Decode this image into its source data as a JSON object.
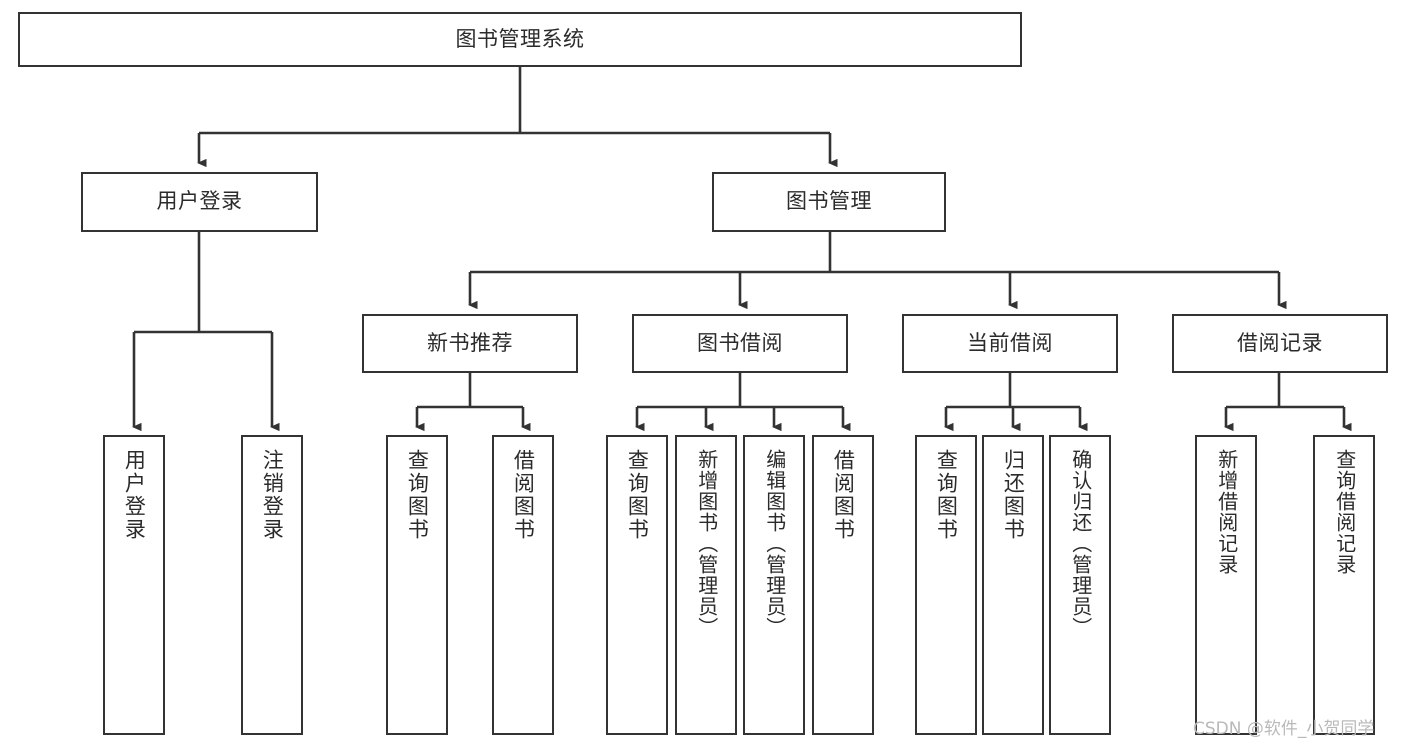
{
  "diagram": {
    "title": "图书管理系统",
    "type": "tree",
    "watermark": "CSDN @软件_小贺同学",
    "nodes": {
      "root": {
        "label": "图书管理系统"
      },
      "level1": [
        {
          "id": "user-login",
          "label": "用户登录"
        },
        {
          "id": "book-manage",
          "label": "图书管理"
        }
      ],
      "level2": [
        {
          "id": "new-book-recommend",
          "label": "新书推荐"
        },
        {
          "id": "book-borrow",
          "label": "图书借阅"
        },
        {
          "id": "current-borrow",
          "label": "当前借阅"
        },
        {
          "id": "borrow-record",
          "label": "借阅记录"
        }
      ],
      "leaves": {
        "user_login": [
          {
            "id": "leaf-user-login",
            "label": "用户登录"
          },
          {
            "id": "leaf-logout-login",
            "label": "注销登录"
          }
        ],
        "new_book_recommend": [
          {
            "id": "leaf-query-book-1",
            "label": "查询图书"
          },
          {
            "id": "leaf-borrow-book-1",
            "label": "借阅图书"
          }
        ],
        "book_borrow": [
          {
            "id": "leaf-query-book-2",
            "label": "查询图书"
          },
          {
            "id": "leaf-add-book",
            "label": "新增图书（管理员）"
          },
          {
            "id": "leaf-edit-book",
            "label": "编辑图书（管理员）"
          },
          {
            "id": "leaf-borrow-book-2",
            "label": "借阅图书"
          }
        ],
        "current_borrow": [
          {
            "id": "leaf-query-book-3",
            "label": "查询图书"
          },
          {
            "id": "leaf-return-book",
            "label": "归还图书"
          },
          {
            "id": "leaf-confirm-return",
            "label": "确认归还（管理员）"
          }
        ],
        "borrow_record": [
          {
            "id": "leaf-add-record",
            "label": "新增借阅记录"
          },
          {
            "id": "leaf-query-record",
            "label": "查询借阅记录"
          }
        ]
      }
    },
    "colors": {
      "stroke": "#333333",
      "fill": "#ffffff",
      "text": "#2b2b2b",
      "watermark": "#b9b9b9"
    }
  }
}
